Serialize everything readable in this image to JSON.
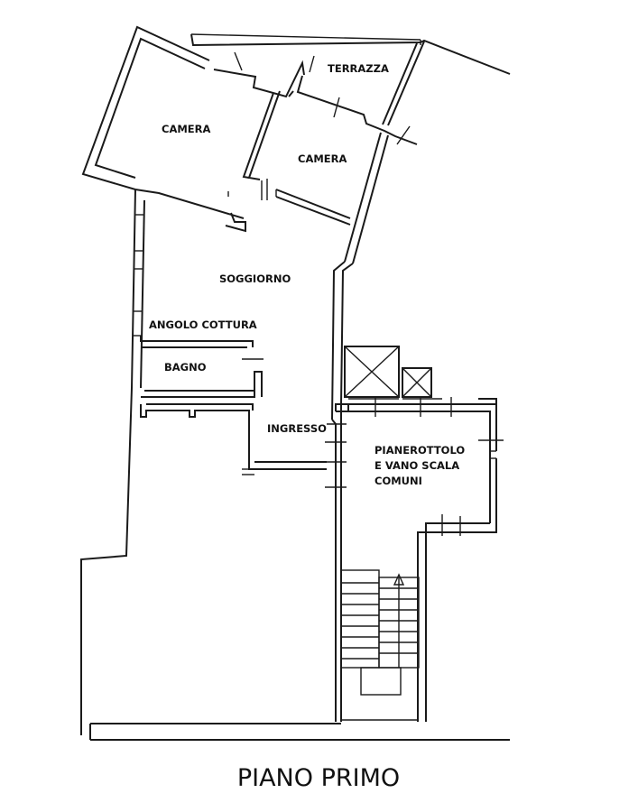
{
  "rooms": {
    "camera_1": "CAMERA",
    "camera_2": "CAMERA",
    "terrazza": "TERRAZZA",
    "soggiorno": "SOGGIORNO",
    "angolo_cottura": "ANGOLO COTTURA",
    "bagno": "BAGNO",
    "ingresso": "INGRESSO",
    "pianerottolo": [
      "PIANEROTTOLO",
      "E VANO SCALA",
      "COMUNI"
    ]
  },
  "floor_title": "PIANO PRIMO"
}
